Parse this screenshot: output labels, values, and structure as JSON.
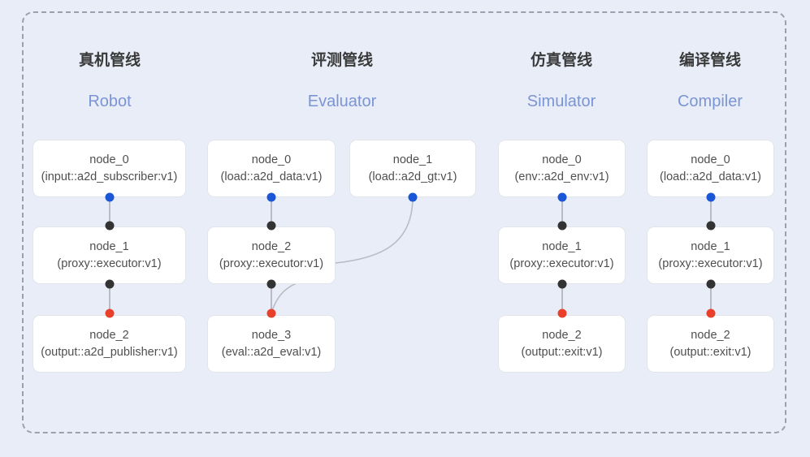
{
  "diagram": {
    "background_color": "#e8edf8",
    "frame_border_color": "#9aa0ad",
    "accent_color": "#7b94d4",
    "port_colors": {
      "input": "#1a56d6",
      "proxy": "#333333",
      "output": "#e8402a"
    }
  },
  "columns": [
    {
      "zh": "真机管线",
      "en": "Robot",
      "nodes": [
        {
          "title": "node_0",
          "sub": "(input::a2d_subscriber:v1)"
        },
        {
          "title": "node_1",
          "sub": "(proxy::executor:v1)"
        },
        {
          "title": "node_2",
          "sub": "(output::a2d_publisher:v1)"
        }
      ]
    },
    {
      "zh": "评测管线",
      "en": "Evaluator",
      "nodes": [
        {
          "title": "node_0",
          "sub": "(load::a2d_data:v1)"
        },
        {
          "title": "node_1",
          "sub": "(load::a2d_gt:v1)"
        },
        {
          "title": "node_2",
          "sub": "(proxy::executor:v1)"
        },
        {
          "title": "node_3",
          "sub": "(eval::a2d_eval:v1)"
        }
      ]
    },
    {
      "zh": "仿真管线",
      "en": "Simulator",
      "nodes": [
        {
          "title": "node_0",
          "sub": "(env::a2d_env:v1)"
        },
        {
          "title": "node_1",
          "sub": "(proxy::executor:v1)"
        },
        {
          "title": "node_2",
          "sub": "(output::exit:v1)"
        }
      ]
    },
    {
      "zh": "编译管线",
      "en": "Compiler",
      "nodes": [
        {
          "title": "node_0",
          "sub": "(load::a2d_data:v1)"
        },
        {
          "title": "node_1",
          "sub": "(proxy::executor:v1)"
        },
        {
          "title": "node_2",
          "sub": "(output::exit:v1)"
        }
      ]
    }
  ]
}
